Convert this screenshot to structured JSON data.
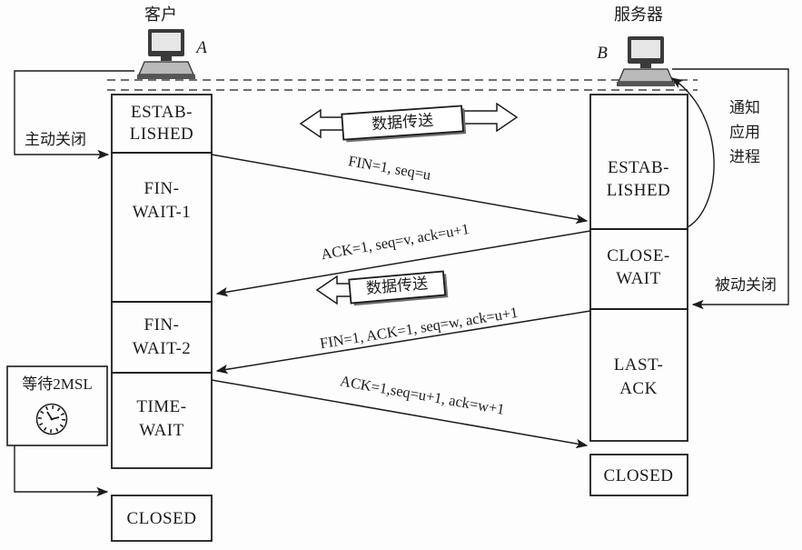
{
  "figure": {
    "client_title": "客户",
    "server_title": "服务器",
    "host_a_label": "A",
    "host_b_label": "B"
  },
  "client_states": [
    {
      "lines": [
        "ESTAB-",
        "LISHED"
      ]
    },
    {
      "lines": [
        "FIN-",
        "WAIT-1"
      ]
    },
    {
      "lines": [
        "FIN-",
        "WAIT-2"
      ]
    },
    {
      "lines": [
        "TIME-",
        "WAIT"
      ]
    },
    {
      "lines": [
        "CLOSED"
      ]
    }
  ],
  "server_states": [
    {
      "lines": [
        "ESTAB-",
        "LISHED"
      ]
    },
    {
      "lines": [
        "CLOSE-",
        "WAIT"
      ]
    },
    {
      "lines": [
        "LAST-",
        "ACK"
      ]
    },
    {
      "lines": [
        "CLOSED"
      ]
    }
  ],
  "segments": [
    {
      "label": "FIN=1, seq=u",
      "from": "client",
      "to": "server"
    },
    {
      "label": "ACK=1, seq=v, ack=u+1",
      "from": "server",
      "to": "client"
    },
    {
      "label": "FIN=1, ACK=1, seq=w, ack=u+1",
      "from": "server",
      "to": "client"
    },
    {
      "label": "ACK=1,seq=u+1, ack=w+1",
      "from": "client",
      "to": "server"
    }
  ],
  "annotations": {
    "active_close": "主动关闭",
    "passive_close": "被动关闭",
    "notify_app_lines": [
      "通知",
      "应用",
      "进程"
    ],
    "wait_2msl": "等待2MSL",
    "data_transfer_top": "数据传送",
    "data_transfer_mid": "数据传送"
  },
  "colors": {
    "ink": "#1c1c1c",
    "paper": "#fdfdfd",
    "shadow": "#6f6f6f"
  }
}
